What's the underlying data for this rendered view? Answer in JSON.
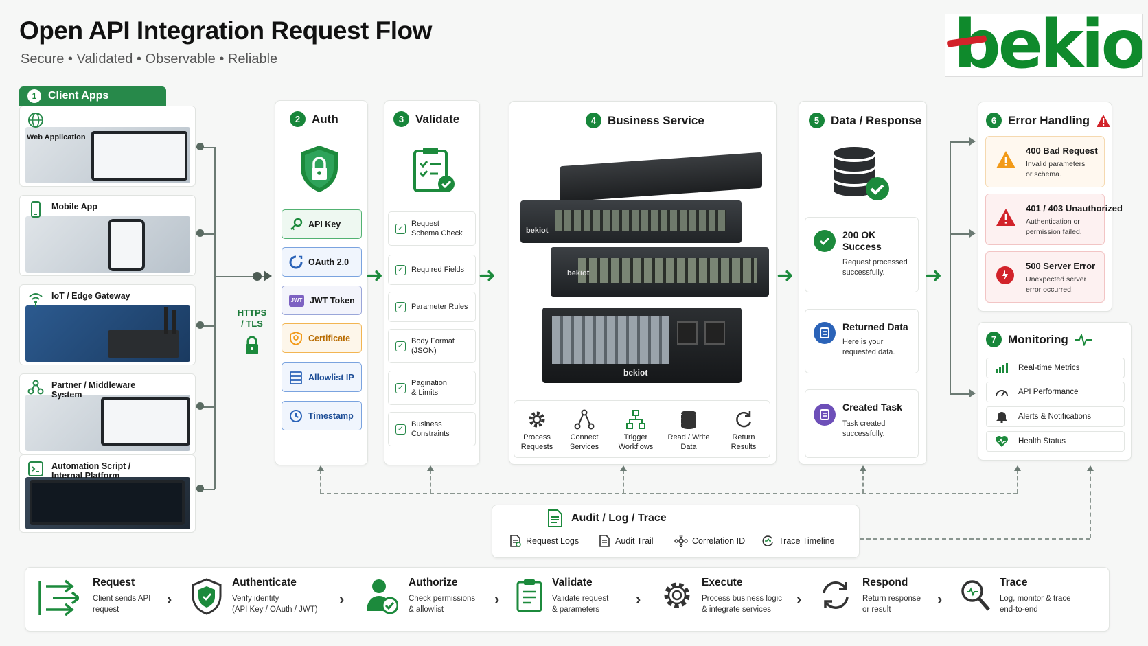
{
  "title": "Open API Integration Request Flow",
  "subtitle": "Secure • Validated • Observable • Reliable",
  "logo_text": "bekiot",
  "colors": {
    "primary_green": "#17863a",
    "error_red": "#d2232a",
    "warning_orange": "#f29a18",
    "info_blue": "#2b63b8"
  },
  "clients": {
    "number": "1",
    "title": "Client Apps",
    "items": [
      {
        "label": "Web Application",
        "icon": "globe-icon"
      },
      {
        "label": "Mobile App",
        "icon": "phone-icon"
      },
      {
        "label": "IoT / Edge Gateway",
        "icon": "wifi-icon"
      },
      {
        "label": "Partner / Middleware\nSystem",
        "icon": "network-icon"
      },
      {
        "label": "Automation Script /\nInternal Platform",
        "icon": "script-icon"
      }
    ]
  },
  "transport": {
    "label": "HTTPS\n/ TLS",
    "icon": "lock-icon"
  },
  "auth": {
    "number": "2",
    "title": "Auth",
    "items": [
      {
        "label": "API Key"
      },
      {
        "label": "OAuth 2.0"
      },
      {
        "label": "JWT Token",
        "badge": "JWT"
      },
      {
        "label": "Certificate"
      },
      {
        "label": "Allowlist IP"
      },
      {
        "label": "Timestamp"
      }
    ]
  },
  "validate": {
    "number": "3",
    "title": "Validate",
    "items": [
      {
        "label": "Request\nSchema Check"
      },
      {
        "label": "Required Fields"
      },
      {
        "label": "Parameter Rules"
      },
      {
        "label": "Body Format\n(JSON)"
      },
      {
        "label": "Pagination\n& Limits"
      },
      {
        "label": "Business\nConstraints"
      }
    ]
  },
  "business": {
    "number": "4",
    "title": "Business Service",
    "brand": "bekiot",
    "actions": [
      {
        "label": "Process\nRequests"
      },
      {
        "label": "Connect\nServices"
      },
      {
        "label": "Trigger\nWorkflows"
      },
      {
        "label": "Read / Write\nData"
      },
      {
        "label": "Return\nResults"
      }
    ]
  },
  "data_response": {
    "number": "5",
    "title": "Data / Response",
    "items": [
      {
        "title": "200 OK\nSuccess",
        "desc": "Request processed\nsuccessfully."
      },
      {
        "title": "Returned Data",
        "desc": "Here is your\nrequested data."
      },
      {
        "title": "Created Task",
        "desc": "Task created\nsuccessfully."
      }
    ]
  },
  "errors": {
    "number": "6",
    "title": "Error Handling",
    "items": [
      {
        "title": "400 Bad Request",
        "desc": "Invalid parameters\nor schema."
      },
      {
        "title": "401 / 403 Unauthorized",
        "desc": "Authentication or\npermission failed."
      },
      {
        "title": "500 Server Error",
        "desc": "Unexpected server\nerror occurred."
      }
    ]
  },
  "monitoring": {
    "number": "7",
    "title": "Monitoring",
    "items": [
      {
        "label": "Real-time Metrics"
      },
      {
        "label": "API Performance"
      },
      {
        "label": "Alerts & Notifications"
      },
      {
        "label": "Health Status"
      }
    ]
  },
  "audit": {
    "title": "Audit / Log / Trace",
    "items": [
      {
        "label": "Request Logs"
      },
      {
        "label": "Audit Trail"
      },
      {
        "label": "Correlation ID"
      },
      {
        "label": "Trace Timeline"
      }
    ]
  },
  "steps": [
    {
      "title": "Request",
      "desc": "Client sends API\nrequest"
    },
    {
      "title": "Authenticate",
      "desc": "Verify identity\n(API Key / OAuth / JWT)"
    },
    {
      "title": "Authorize",
      "desc": "Check permissions\n& allowlist"
    },
    {
      "title": "Validate",
      "desc": "Validate request\n& parameters"
    },
    {
      "title": "Execute",
      "desc": "Process business logic\n& integrate services"
    },
    {
      "title": "Respond",
      "desc": "Return response\nor result"
    },
    {
      "title": "Trace",
      "desc": "Log, monitor & trace\nend-to-end"
    }
  ]
}
